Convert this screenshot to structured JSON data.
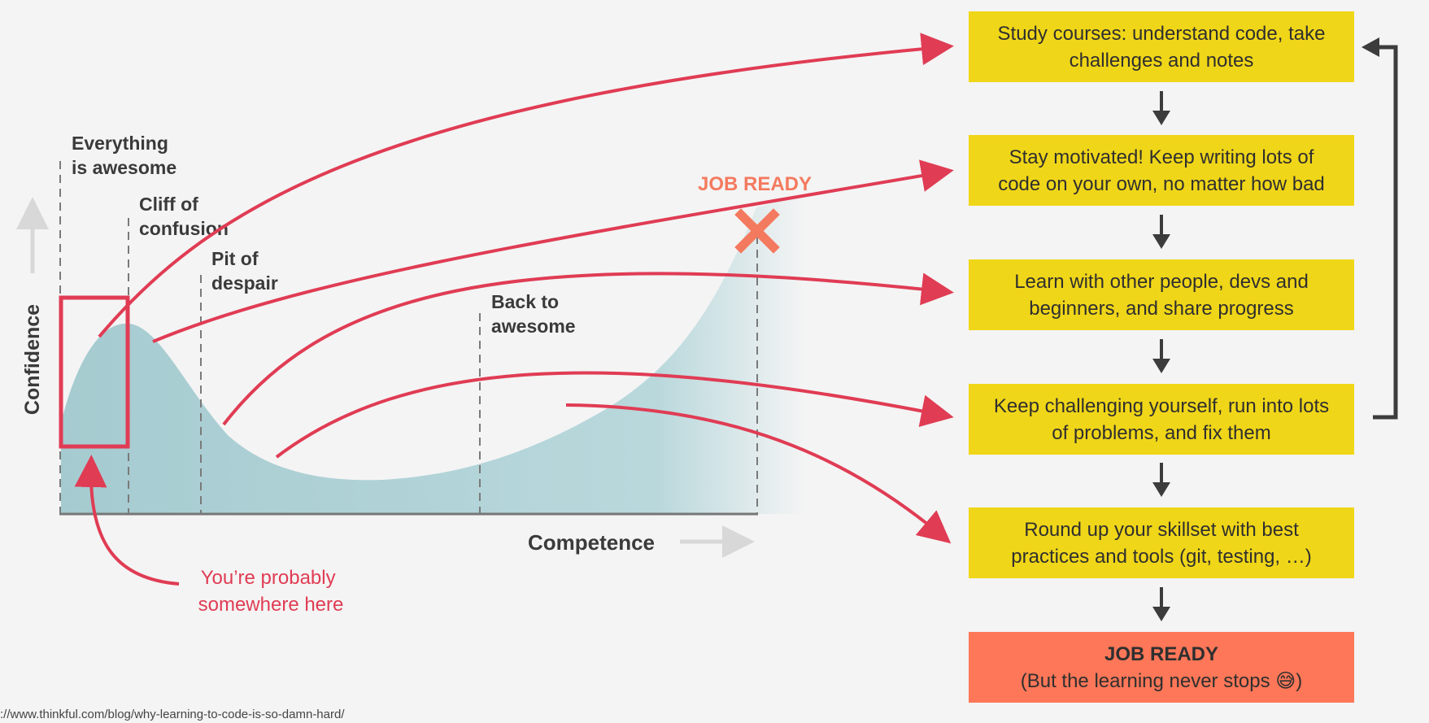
{
  "diagram": {
    "phase_labels": {
      "everything_awesome": [
        "Everything",
        "is awesome"
      ],
      "cliff_of_confusion": [
        "Cliff of",
        "confusion"
      ],
      "pit_of_despair": [
        "Pit of",
        "despair"
      ],
      "back_to_awesome": [
        "Back to",
        "awesome"
      ]
    },
    "job_ready_label": "JOB READY",
    "y_axis_label": "Confidence",
    "x_axis_label": "Competence",
    "you_are_here": [
      "You’re probably",
      "somewhere here"
    ]
  },
  "steps": [
    {
      "lines": [
        "Study courses: understand code, take",
        "challenges and notes"
      ]
    },
    {
      "lines": [
        "Stay motivated! Keep writing lots of",
        "code on your own, no matter how bad"
      ]
    },
    {
      "lines": [
        "Learn with other people, devs and",
        "beginners, and share progress"
      ]
    },
    {
      "lines": [
        "Keep challenging yourself, run into lots",
        "of problems, and fix them"
      ]
    },
    {
      "lines": [
        "Round up your skillset with best",
        "practices and tools (git, testing, …)"
      ]
    }
  ],
  "final_step": {
    "title": "JOB READY",
    "subtitle": "(But the learning never stops 😅)"
  },
  "source_url": "://www.thinkful.com/blog/why-learning-to-code-is-so-damn-hard/",
  "colors": {
    "accent_red": "#e03c54",
    "box_yellow": "#f0d618",
    "box_orange": "#fd7758",
    "curve_fill": "#a9cdd2",
    "job_ready_orange": "#f47a5f"
  }
}
